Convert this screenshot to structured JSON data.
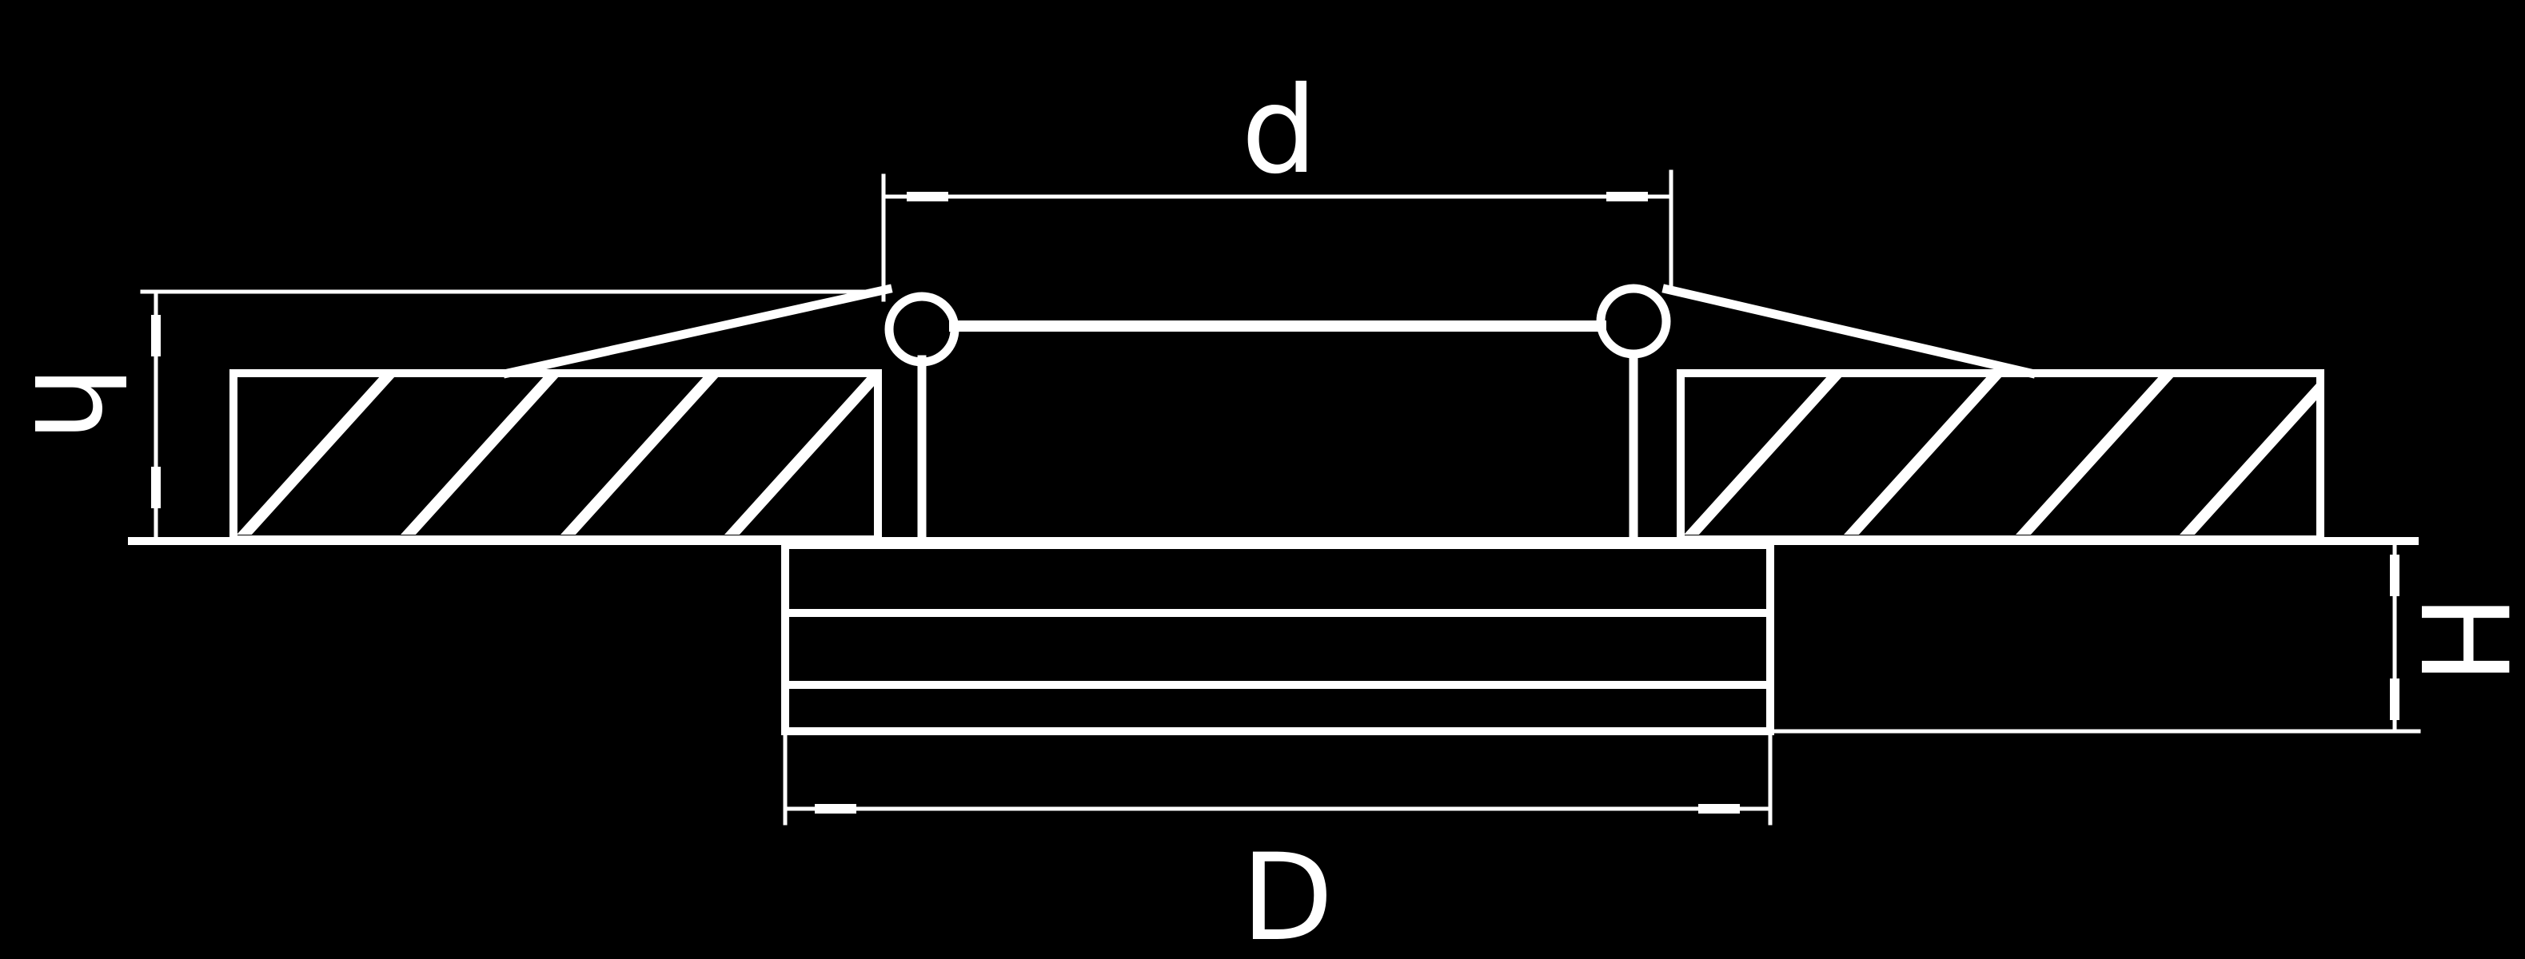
{
  "diagram": {
    "background_color": "#000000",
    "line_color": "#ffffff",
    "labels": {
      "inner_diameter": "d",
      "outer_diameter": "D",
      "height_above": "h",
      "height_below": "H"
    }
  }
}
